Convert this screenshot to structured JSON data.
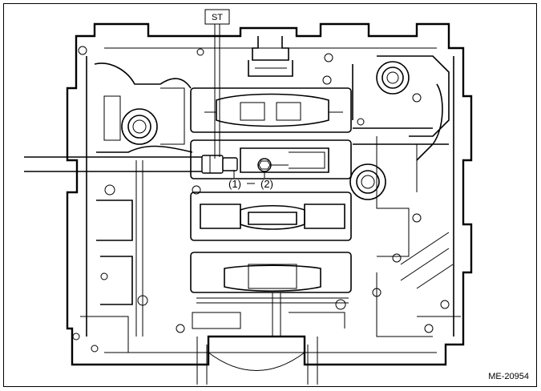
{
  "figure": {
    "tool_tag": "ST",
    "callouts": [
      "(1)",
      "(2)"
    ],
    "figure_code": "ME-20954"
  }
}
